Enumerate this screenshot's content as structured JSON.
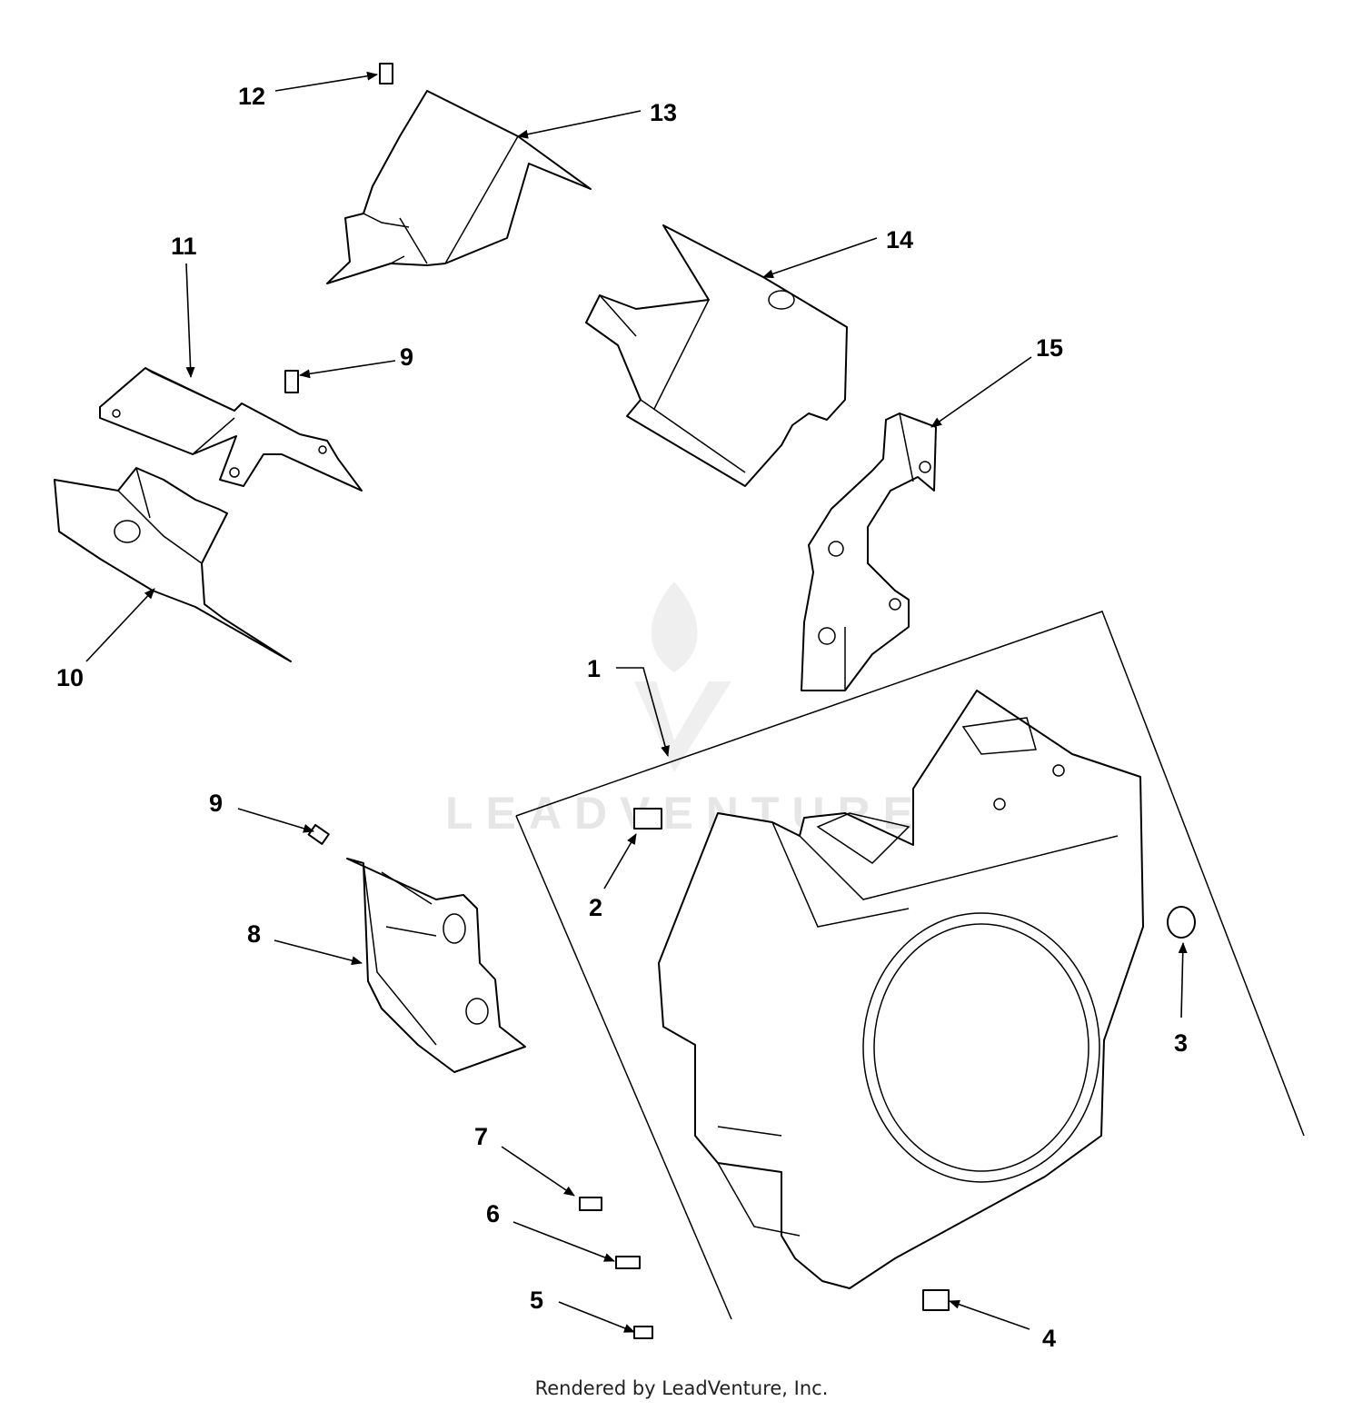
{
  "diagram": {
    "callouts": [
      "1",
      "2",
      "3",
      "4",
      "5",
      "6",
      "7",
      "8",
      "9",
      "9",
      "10",
      "11",
      "12",
      "13",
      "14",
      "15"
    ]
  },
  "watermark": {
    "text": "LEADVENTURE"
  },
  "footer": {
    "text": "Rendered by LeadVenture, Inc."
  }
}
